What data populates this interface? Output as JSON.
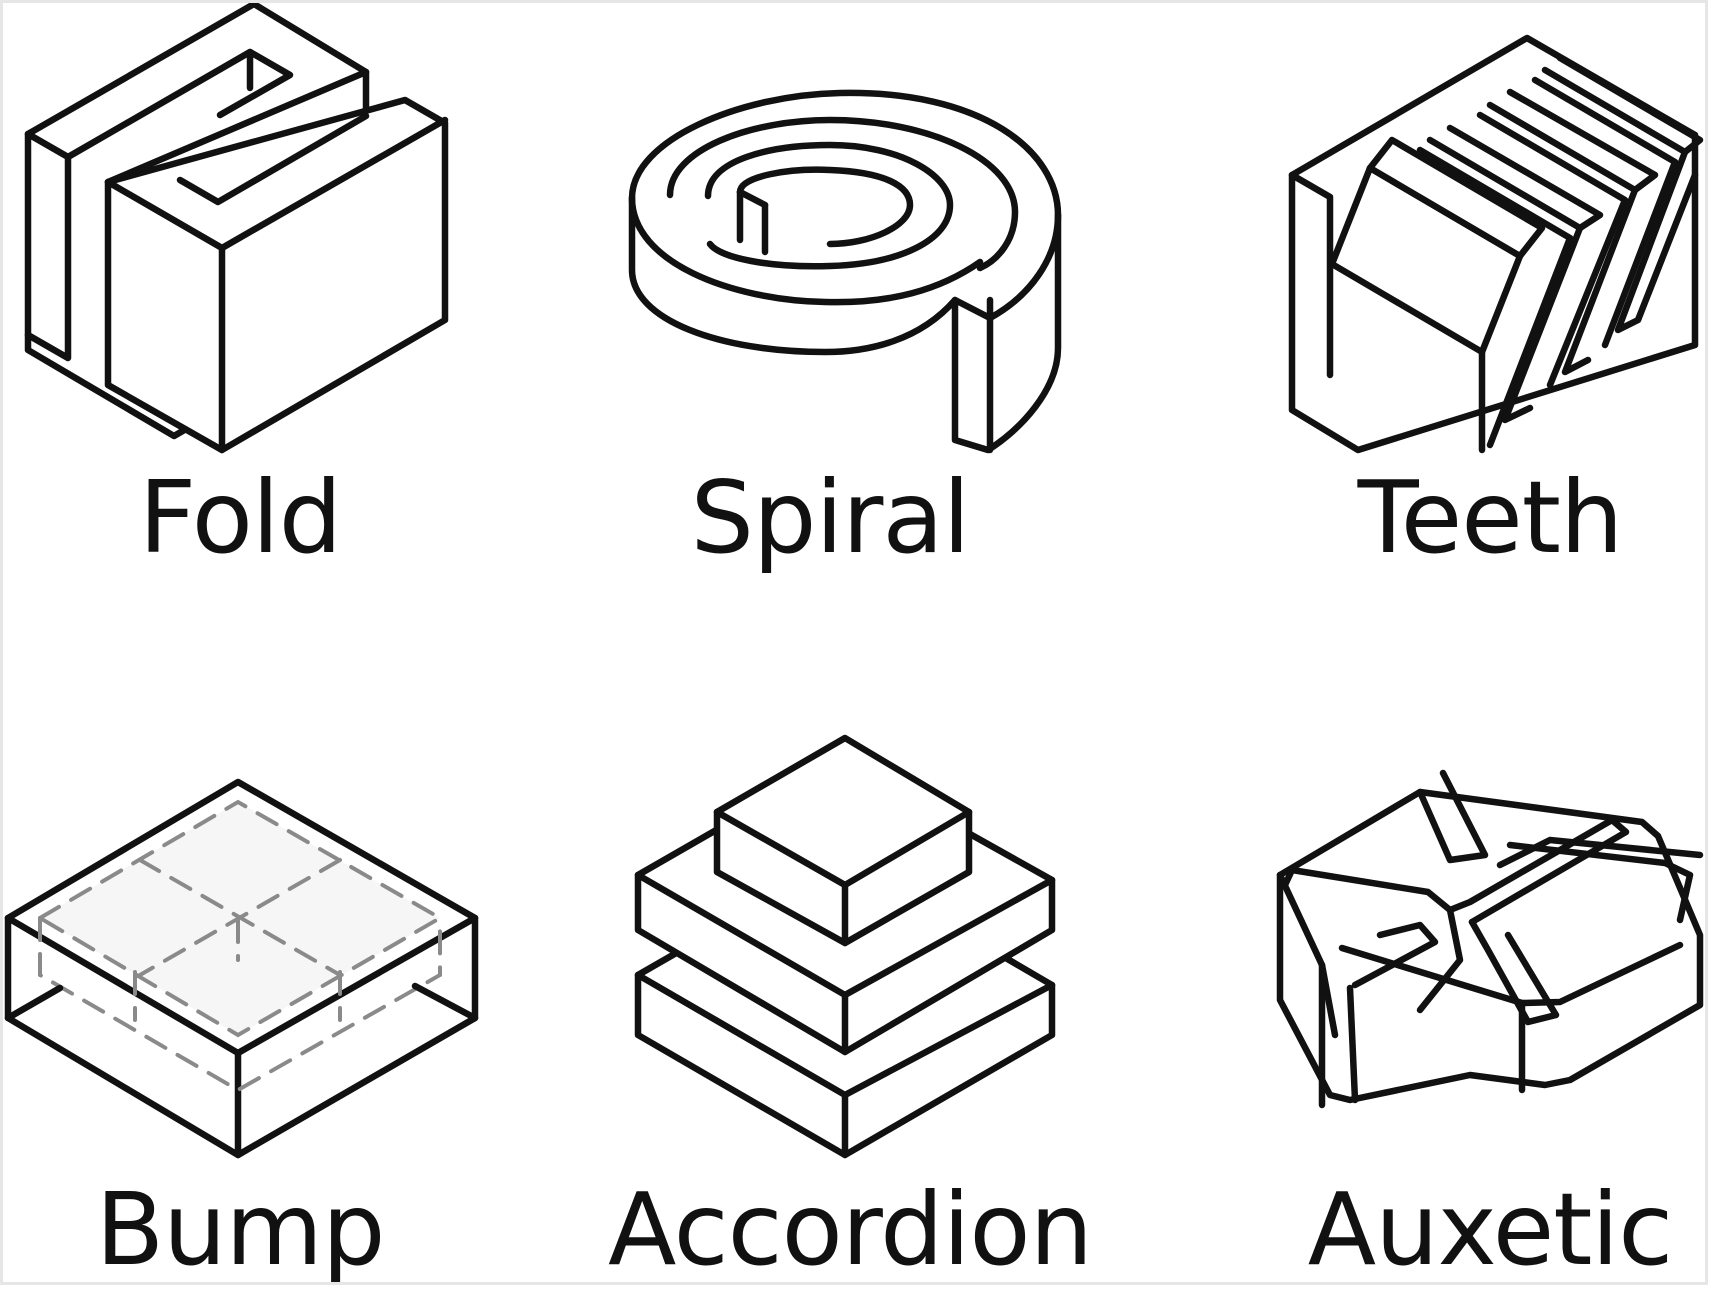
{
  "items": [
    {
      "label": "Fold",
      "icon": "fold-icon"
    },
    {
      "label": "Spiral",
      "icon": "spiral-icon"
    },
    {
      "label": "Teeth",
      "icon": "teeth-icon"
    },
    {
      "label": "Bump",
      "icon": "bump-icon"
    },
    {
      "label": "Accordion",
      "icon": "accordion-icon"
    },
    {
      "label": "Auxetic",
      "icon": "auxetic-icon"
    }
  ],
  "colors": {
    "stroke": "#111111",
    "dashed": "#8a8a8a",
    "background": "#ffffff"
  }
}
